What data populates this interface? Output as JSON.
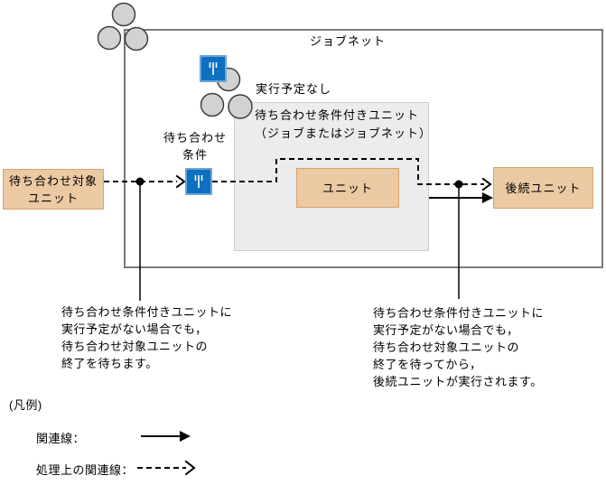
{
  "diagram": {
    "jobnet_label": "ジョブネット",
    "no_schedule_label": "実行予定なし",
    "wait_unit_box": {
      "line1": "待ち合わせ条件付きユニット",
      "line2": "（ジョブまたはジョブネット）"
    },
    "wait_condition_label": {
      "line1": "待ち合わせ",
      "line2": "条件"
    },
    "target_unit_label": "待ち合わせ対象\nユニット",
    "unit_label": "ユニット",
    "successor_unit_label": "後続ユニット",
    "left_note": {
      "0": "待ち合わせ条件付きユニットに",
      "1": "実行予定がない場合でも，",
      "2": "待ち合わせ対象ユニットの",
      "3": "終了を待ちます。"
    },
    "right_note": {
      "0": "待ち合わせ条件付きユニットに",
      "1": "実行予定がない場合でも，",
      "2": "待ち合わせ対象ユニットの",
      "3": "終了を待ってから，",
      "4": "後続ユニットが実行されます。"
    },
    "icons": {
      "jobnet_icon": "three-circle-jobnet-icon",
      "no_schedule_unit_icon": "jobnet-icon-with-wait-condition-badge",
      "wait_condition_icon": "blue-wait-condition-icon"
    },
    "colors": {
      "icon_blue": "#0d70c0",
      "icon_blue_border": "#6ea6d8",
      "unit_box_fill": "#ebc9a3",
      "unit_box_border": "#d7a36d",
      "gray_box_fill": "#ececec",
      "gray_box_border": "#cccccc",
      "jobnet_border": "#7a7a7a",
      "circle_fill": "#d2d2d2",
      "line_color": "#000000"
    }
  },
  "legend": {
    "title": "(凡例)",
    "relation_label": "関連線：",
    "processing_relation_label": "処理上の関連線："
  }
}
